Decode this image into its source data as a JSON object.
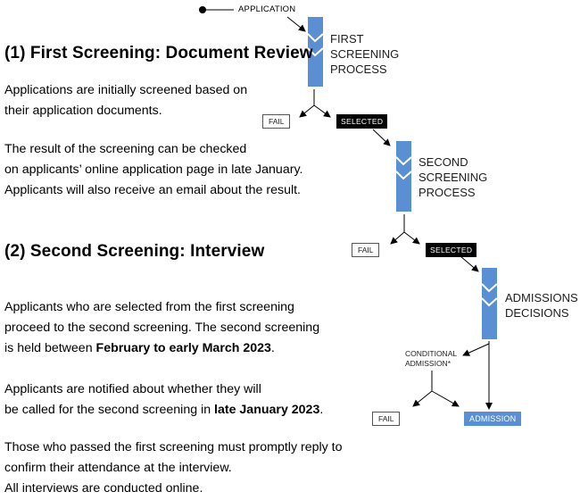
{
  "colors": {
    "stage_bar": "#5b8fd3",
    "admission_box": "#5b8fd3",
    "selected_box": "#000000"
  },
  "flow": {
    "application_label": "APPLICATION",
    "stages": [
      {
        "line1": "FIRST",
        "line2": "SCREENING",
        "line3": "PROCESS"
      },
      {
        "line1": "SECOND",
        "line2": "SCREENING",
        "line3": "PROCESS"
      },
      {
        "line1": "ADMISSIONS",
        "line2": "DECISIONS"
      }
    ],
    "fail_label": "FAIL",
    "selected_label": "SELECTED",
    "conditional_line1": "CONDITIONAL",
    "conditional_line2": "ADMISSION*",
    "admission_label": "ADMISSION"
  },
  "section1": {
    "heading": "(1) First Screening: Document Review",
    "p1_l1": "Applications are initially screened based on",
    "p1_l2": "their application documents.",
    "p2_l1": "The result of the screening can be checked",
    "p2_l2": "on applicants’ online application page in late January.",
    "p2_l3": "Applicants will also receive an email about the result."
  },
  "section2": {
    "heading": "(2) Second Screening: Interview",
    "p1_l1": "Applicants who are selected from the first screening",
    "p1_l2": "proceed to the second screening.  The second screening",
    "p1_l3_pre": "is held between ",
    "p1_l3_bold": "February to early March 2023",
    "p1_l3_post": ".",
    "p2_l1": "Applicants are notified about whether they will",
    "p2_l2_pre": "be called for the second screening in ",
    "p2_l2_bold": "late January 2023",
    "p2_l2_post": ".",
    "p3_l1": "Those who passed the first screening must promptly reply to",
    "p3_l2": "confirm their attendance at the interview.",
    "p3_l3": "All interviews are conducted online."
  }
}
